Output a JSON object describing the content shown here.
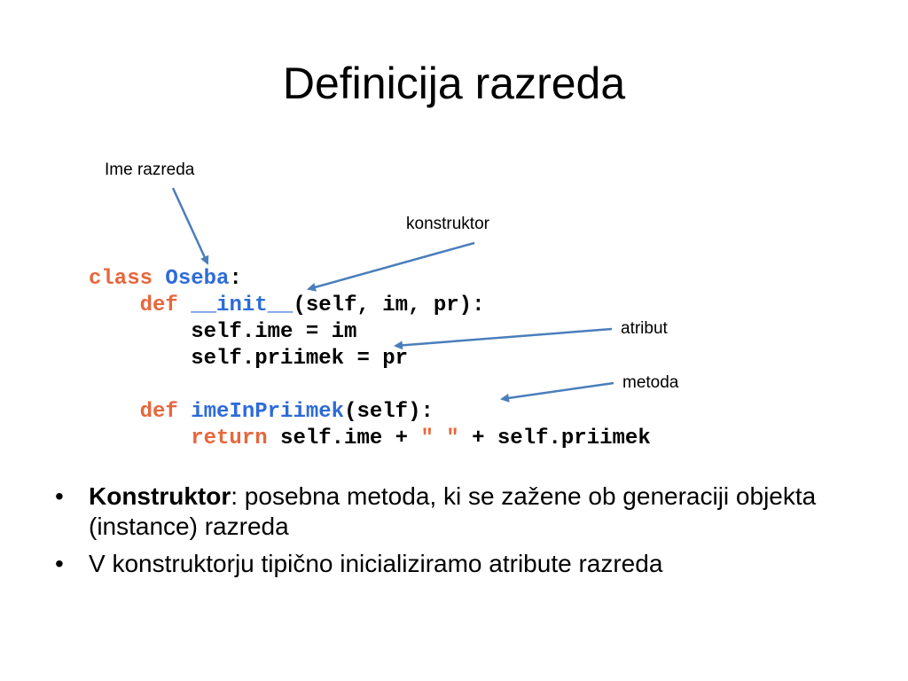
{
  "slide": {
    "title": "Definicija razreda"
  },
  "annotations": {
    "class_name": "Ime razreda",
    "constructor": "konstruktor",
    "attribute": "atribut",
    "method": "metoda"
  },
  "code": {
    "line1": {
      "kw": "class",
      "sp": " ",
      "name": "Oseba",
      "rest": ":"
    },
    "line2": {
      "indent": "    ",
      "kw": "def",
      "sp": " ",
      "name": "__init__",
      "rest": "(self, im, pr):"
    },
    "line3": {
      "indent": "        ",
      "text": "self.ime = im"
    },
    "line4": {
      "indent": "        ",
      "text": "self.priimek = pr"
    },
    "line5": {
      "indent": "    ",
      "kw": "def",
      "sp": " ",
      "name": "imeInPriimek",
      "rest": "(self):"
    },
    "line6": {
      "indent": "        ",
      "kw": "return",
      "text_a": " self.ime + ",
      "str": "\" \"",
      "text_b": " + self.priimek"
    }
  },
  "colors": {
    "keyword": "#e8663d",
    "name": "#2d6bd9",
    "arrow": "#4a7ebb"
  },
  "bullets": {
    "items": [
      {
        "bold": "Konstruktor",
        "text": ": posebna metoda, ki se zažene ob generaciji objekta (instance) razreda"
      },
      {
        "bold": "",
        "text": "V konstruktorju tipično inicializiramo atribute razreda"
      }
    ],
    "marker": "•"
  }
}
